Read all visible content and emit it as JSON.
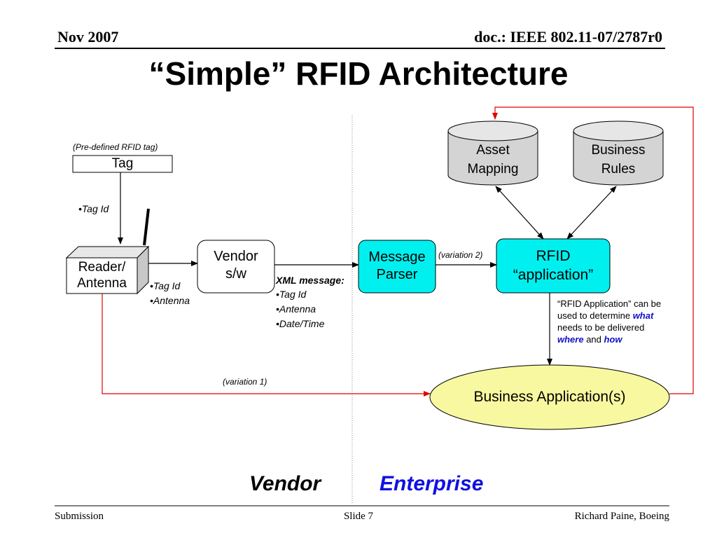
{
  "header": {
    "date": "Nov 2007",
    "doc_id": "doc.: IEEE 802.11-07/2787r0"
  },
  "title": "“Simple” RFID Architecture",
  "diagram": {
    "tag_caption": "(Pre-defined RFID tag)",
    "tag_label": "Tag",
    "tag_id_bullet": "•Tag Id",
    "reader_label_1": "Reader/",
    "reader_label_2": "Antenna",
    "reader_bullets": [
      "•Tag Id",
      "•Antenna"
    ],
    "vendor_sw_1": "Vendor",
    "vendor_sw_2": "s/w",
    "xml_title": "XML message:",
    "xml_bullets": [
      "•Tag Id",
      "•Antenna",
      "•Date/Time"
    ],
    "parser_1": "Message",
    "parser_2": "Parser",
    "variation2": "(variation 2)",
    "rfid_app_1": "RFID",
    "rfid_app_2": "“application”",
    "asset_1": "Asset",
    "asset_2": "Mapping",
    "rules_1": "Business",
    "rules_2": "Rules",
    "note_line1": "“RFID Application” can be",
    "note_line2a": "used to determine ",
    "note_what": "what",
    "note_line3": "needs to be delivered",
    "note_where": "where",
    "note_and": " and ",
    "note_how": "how",
    "variation1": "(variation 1)",
    "business_app": "Business Application(s)",
    "vendor_label": "Vendor",
    "enterprise_label": "Enterprise",
    "colors": {
      "cyan": "#00f0f0",
      "db_gray": "#d4d4d4",
      "ellipse_yellow": "#f8f8a0",
      "red_line": "#e00000",
      "enterprise_blue": "#1010e0"
    }
  },
  "footer": {
    "left": "Submission",
    "center": "Slide 7",
    "right": "Richard Paine, Boeing"
  }
}
